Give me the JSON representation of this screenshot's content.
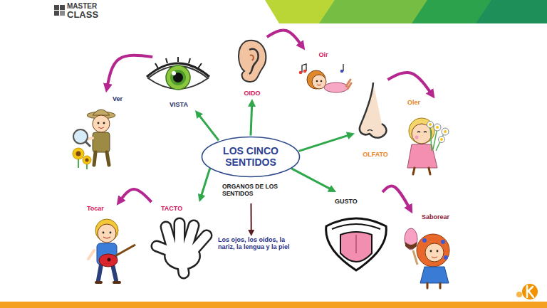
{
  "diagram": {
    "nodes": [
      {
        "text": [
          "LOS CINCO SENTIDOS"
        ]
      },
      {
        "text": [
          "Ver"
        ]
      },
      {
        "text": [
          "VISTA"
        ]
      },
      {
        "text": [
          "OIDO"
        ]
      },
      {
        "text": [
          "Oir"
        ]
      },
      {
        "text": [
          "Oler"
        ]
      },
      {
        "text": [
          "OLFATO"
        ]
      },
      {
        "text": [
          "ORGANOS DE LOS SENTIDOS"
        ]
      },
      {
        "text": [
          "Los ojos, los oidos, la nariz, la lengua y la piel"
        ]
      },
      {
        "text": [
          "Tocar"
        ]
      },
      {
        "text": [
          "TACTO"
        ]
      },
      {
        "text": [
          "GUSTO"
        ]
      },
      {
        "text": [
          "Saborear"
        ]
      }
    ],
    "edges": [
      {
        "from": 0,
        "to": 2,
        "arrow": "to"
      },
      {
        "from": 0,
        "to": 3,
        "arrow": "to"
      },
      {
        "from": 0,
        "to": 6,
        "arrow": "to"
      },
      {
        "from": 0,
        "to": 11,
        "arrow": "to"
      },
      {
        "from": 0,
        "to": 10,
        "arrow": "to"
      },
      {
        "from": 7,
        "to": 8,
        "arrow": "to"
      },
      {
        "from": 2,
        "to": 1,
        "arrow": "to"
      },
      {
        "from": 3,
        "to": 4,
        "arrow": "to"
      },
      {
        "from": 6,
        "to": 5,
        "arrow": "to"
      },
      {
        "from": 10,
        "to": 9,
        "arrow": "to"
      },
      {
        "from": 11,
        "to": 12,
        "arrow": "to"
      }
    ],
    "labels": [
      "MASTER",
      "CLASS"
    ]
  }
}
